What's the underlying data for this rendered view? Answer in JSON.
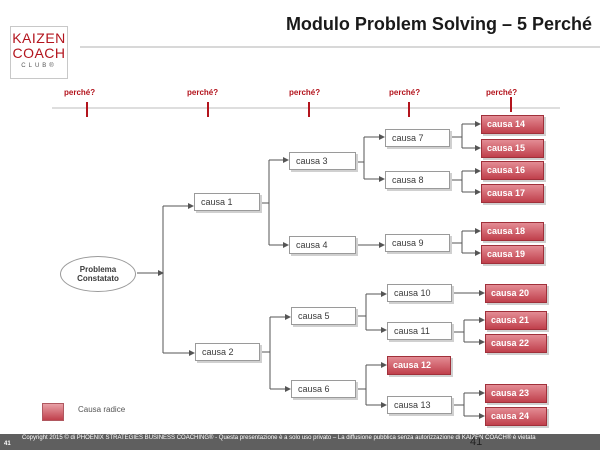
{
  "logo": {
    "line1": "KAIZEN",
    "line2": "COACH",
    "line3": "CLUB®"
  },
  "title": "Modulo Problem Solving – 5 Perché",
  "why_labels": [
    "perché?",
    "perché?",
    "perché?",
    "perché?",
    "perché?"
  ],
  "problem": {
    "line1": "Problema",
    "line2": "Constatato"
  },
  "causes": {
    "c1": "causa 1",
    "c2": "causa 2",
    "c3": "causa 3",
    "c4": "causa 4",
    "c5": "causa 5",
    "c6": "causa 6",
    "c7": "causa 7",
    "c8": "causa 8",
    "c9": "causa 9",
    "c10": "causa 10",
    "c11": "causa 11",
    "c12": "causa 12",
    "c13": "causa 13",
    "c14": "causa 14",
    "c15": "causa 15",
    "c16": "causa 16",
    "c17": "causa 17",
    "c18": "causa 18",
    "c19": "causa 19",
    "c20": "causa 20",
    "c21": "causa 21",
    "c22": "causa 22",
    "c23": "causa 23",
    "c24": "causa 24"
  },
  "legend": "Causa radice",
  "footer": {
    "copyright": "Copyright 2015 © di PHOENIX STRATEGIES BUSINESS COACHING® - Questa presentazione è a solo uso privato – La diffusione pubblica senza autorizzazione di KAIZEN COACH® è vietata",
    "page_small": "41",
    "page_big": "41"
  },
  "colors": {
    "accent": "#b3141d",
    "root_cause": "#c0404c",
    "footer": "#5f5f5f"
  }
}
